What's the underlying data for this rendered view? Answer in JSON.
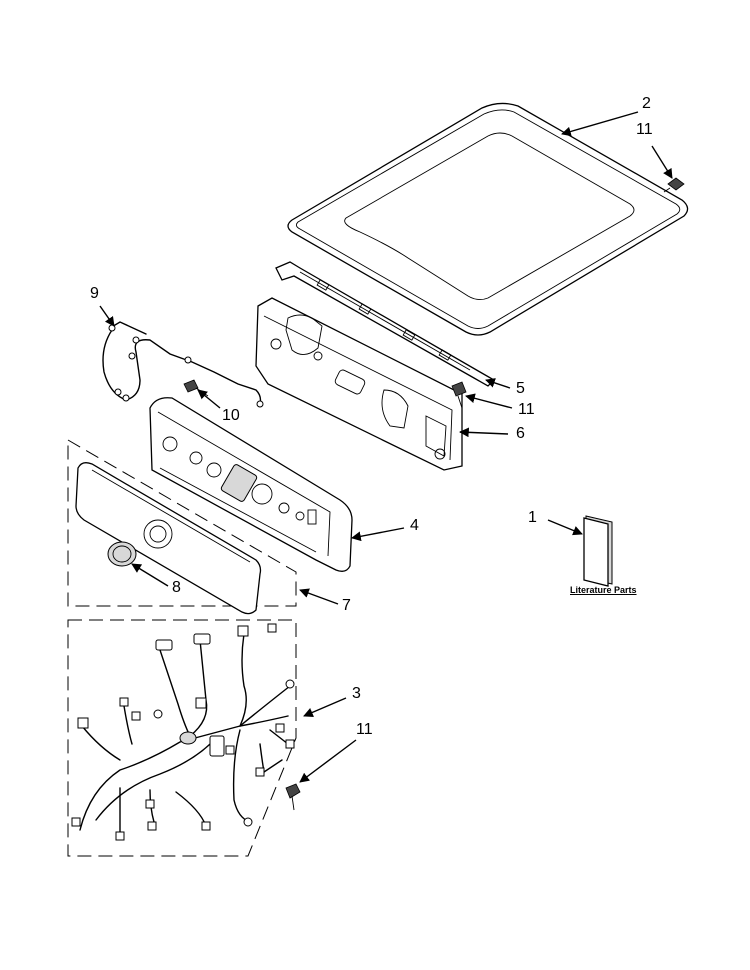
{
  "callouts": {
    "c1": "1",
    "c2": "2",
    "c3": "3",
    "c4": "4",
    "c5": "5",
    "c6": "6",
    "c7": "7",
    "c8": "8",
    "c9": "9",
    "c10": "10",
    "c11a": "11",
    "c11b": "11",
    "c11c": "11"
  },
  "literature_label": "Literature Parts"
}
